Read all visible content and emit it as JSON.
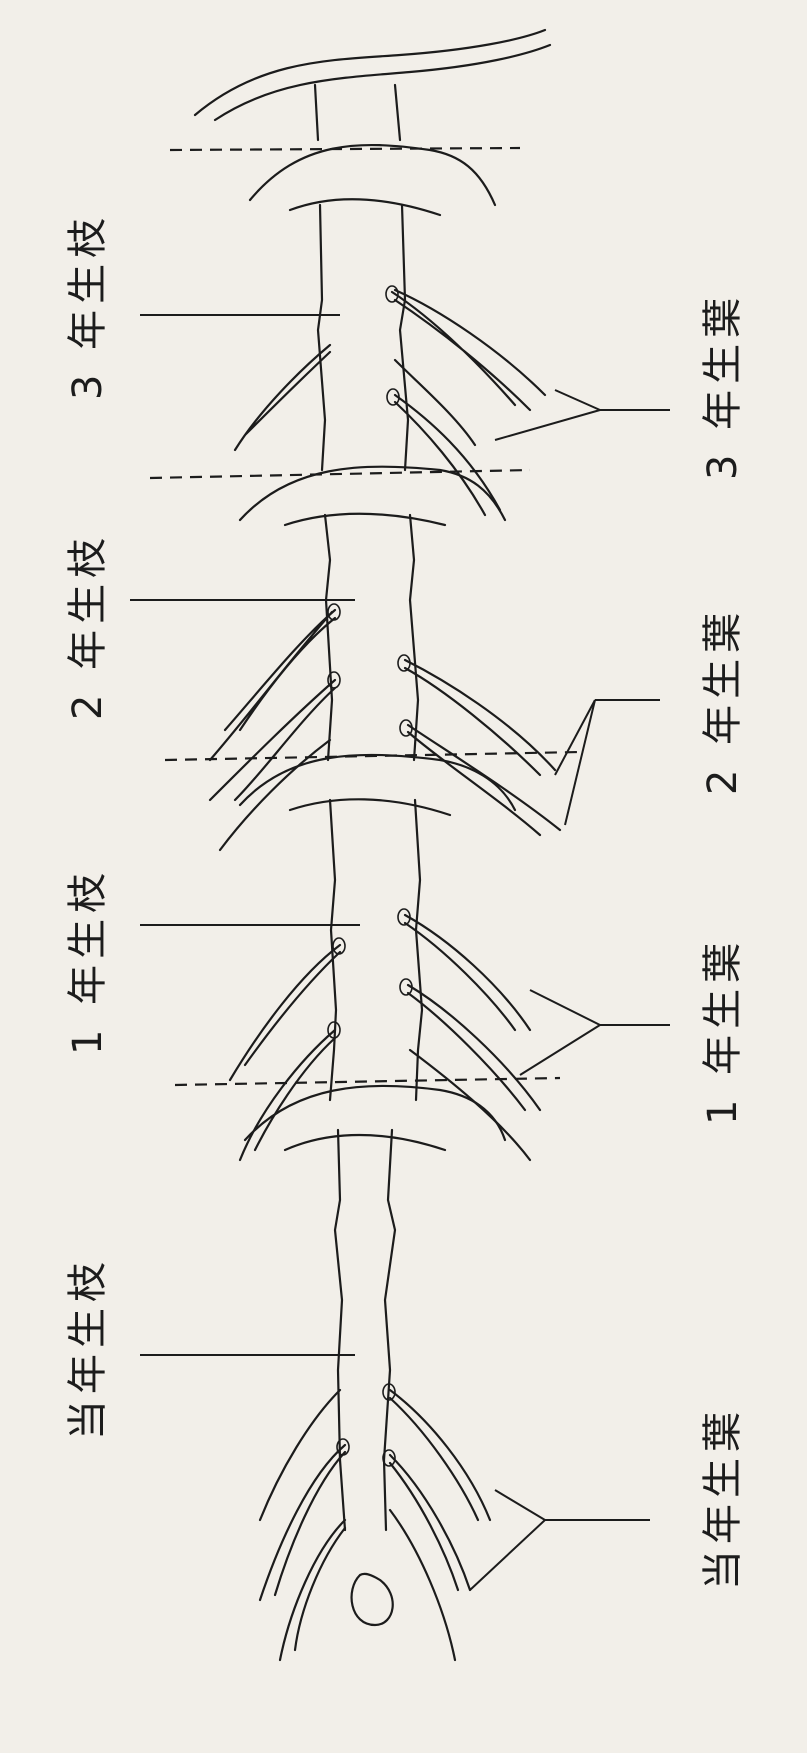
{
  "labels": {
    "branch_current": "当年生枝",
    "branch_1": "1 年生枝",
    "branch_2": "2 年生枝",
    "branch_3": "3 年生枝",
    "leaf_current": "当年生葉",
    "leaf_1": "1 年生葉",
    "leaf_2": "2 年生葉",
    "leaf_3": "3 年生葉"
  }
}
